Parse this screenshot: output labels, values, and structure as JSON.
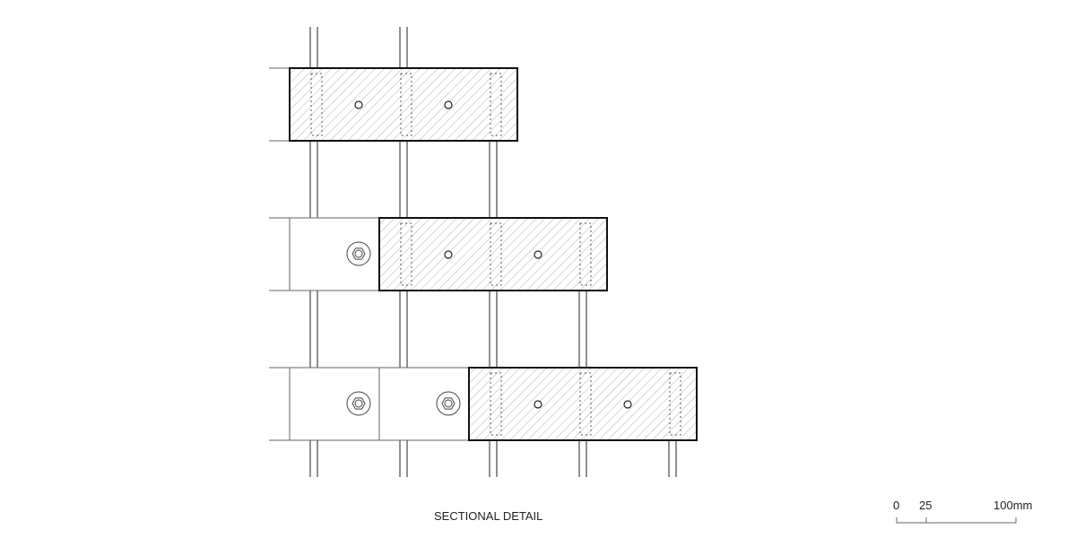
{
  "title": "SECTIONAL DETAIL",
  "scale_bar": {
    "labels": [
      "0",
      "25",
      "100mm"
    ]
  },
  "colors": {
    "line": "#333333",
    "hatch": "#aaaaaa",
    "thin": "#666666"
  }
}
